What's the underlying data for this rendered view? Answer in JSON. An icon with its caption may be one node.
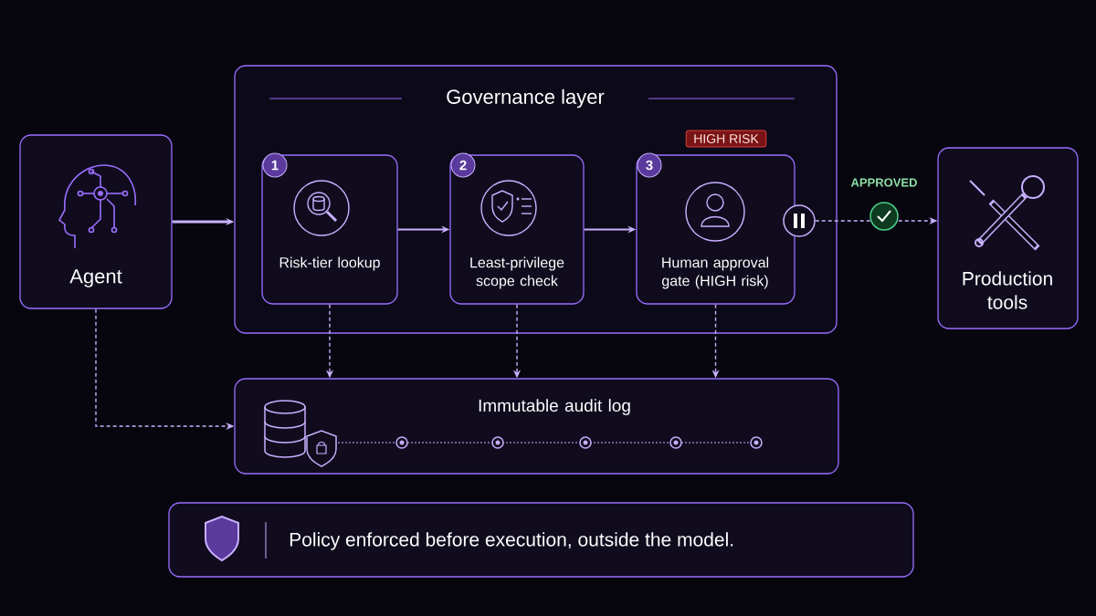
{
  "diagram": {
    "nodes": [
      {
        "text": [
          "Agent"
        ]
      },
      {
        "text": [
          "Governance layer"
        ]
      },
      {
        "text": [
          "1",
          "Risk-tier lookup"
        ],
        "in": 1
      },
      {
        "text": [
          "2",
          "Least-privilege scope check"
        ],
        "in": 1
      },
      {
        "text": [
          "3",
          "Human approval gate (HIGH risk)"
        ],
        "in": 1,
        "beside": [
          "HIGH RISK"
        ]
      },
      {
        "text": [],
        "shape": "circle",
        "in": 1
      },
      {
        "text": [
          "Production tools"
        ]
      },
      {
        "text": [
          "Immutable audit log"
        ]
      },
      {
        "text": [
          "Policy enforced before execution, outside the model."
        ]
      }
    ],
    "edges": [
      {
        "from": 0,
        "to": 1,
        "arrow": "to",
        "style": "thick"
      },
      {
        "from": 2,
        "to": 3,
        "arrow": "to"
      },
      {
        "from": 3,
        "to": 4,
        "arrow": "to"
      },
      {
        "from": 5,
        "to": 6,
        "arrow": "to",
        "label": "APPROVED",
        "style": "dashed"
      },
      {
        "from": 2,
        "to": 7,
        "arrow": "to",
        "style": "dashed"
      },
      {
        "from": 3,
        "to": 7,
        "arrow": "to",
        "style": "dashed"
      },
      {
        "from": 4,
        "to": 7,
        "arrow": "to",
        "style": "dashed"
      },
      {
        "from": 0,
        "to": 7,
        "arrow": "to",
        "style": "dashed"
      }
    ]
  }
}
